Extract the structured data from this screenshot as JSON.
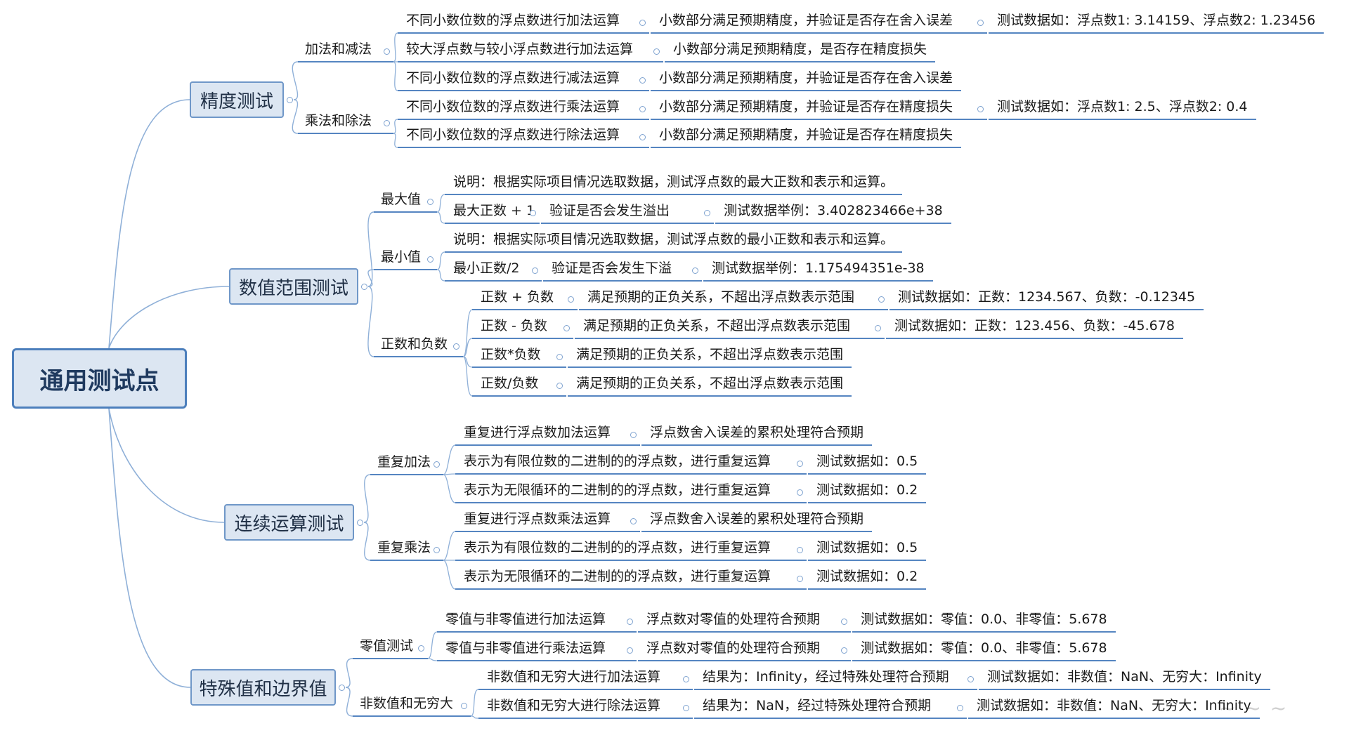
{
  "mindmap": {
    "root": "通用测试点",
    "branches": [
      {
        "title": "精度测试",
        "groups": [
          {
            "label": "加法和减法",
            "rows": [
              [
                "不同小数位数的浮点数进行加法运算",
                "小数部分满足预期精度，并验证是否存在舍入误差",
                "测试数据如：浮点数1: 3.14159、浮点数2: 1.23456"
              ],
              [
                "较大浮点数与较小浮点数进行加法运算",
                "小数部分满足预期精度，是否存在精度损失"
              ],
              [
                "不同小数位数的浮点数进行减法运算",
                "小数部分满足预期精度，并验证是否存在舍入误差"
              ]
            ]
          },
          {
            "label": "乘法和除法",
            "rows": [
              [
                "不同小数位数的浮点数进行乘法运算",
                "小数部分满足预期精度，并验证是否存在精度损失",
                "测试数据如：浮点数1: 2.5、浮点数2: 0.4"
              ],
              [
                "不同小数位数的浮点数进行除法运算",
                "小数部分满足预期精度，并验证是否存在精度损失"
              ]
            ]
          }
        ]
      },
      {
        "title": "数值范围测试",
        "groups": [
          {
            "label": "最大值",
            "rows": [
              [
                "说明：根据实际项目情况选取数据，测试浮点数的最大正数和表示和运算。"
              ],
              [
                "最大正数 + 1",
                "验证是否会发生溢出",
                "测试数据举例：3.402823466e+38"
              ]
            ]
          },
          {
            "label": "最小值",
            "rows": [
              [
                "说明：根据实际项目情况选取数据，测试浮点数的最小正数和表示和运算。"
              ],
              [
                "最小正数/2",
                "验证是否会发生下溢",
                "测试数据举例：1.175494351e-38"
              ]
            ]
          },
          {
            "label": "正数和负数",
            "rows": [
              [
                "正数 + 负数",
                "满足预期的正负关系，不超出浮点数表示范围",
                "测试数据如：正数：1234.567、负数：-0.12345"
              ],
              [
                "正数 - 负数",
                "满足预期的正负关系，不超出浮点数表示范围",
                "测试数据如：正数：123.456、负数：-45.678"
              ],
              [
                "正数*负数",
                "满足预期的正负关系，不超出浮点数表示范围"
              ],
              [
                "正数/负数",
                "满足预期的正负关系，不超出浮点数表示范围"
              ]
            ]
          }
        ]
      },
      {
        "title": "连续运算测试",
        "groups": [
          {
            "label": "重复加法",
            "rows": [
              [
                "重复进行浮点数加法运算",
                "浮点数舍入误差的累积处理符合预期"
              ],
              [
                "表示为有限位数的二进制的的浮点数，进行重复运算",
                "测试数据如：0.5"
              ],
              [
                "表示为无限循环的二进制的的浮点数，进行重复运算",
                "测试数据如：0.2"
              ]
            ]
          },
          {
            "label": "重复乘法",
            "rows": [
              [
                "重复进行浮点数乘法运算",
                "浮点数舍入误差的累积处理符合预期"
              ],
              [
                "表示为有限位数的二进制的的浮点数，进行重复运算",
                "测试数据如：0.5"
              ],
              [
                "表示为无限循环的二进制的的浮点数，进行重复运算",
                "测试数据如：0.2"
              ]
            ]
          }
        ]
      },
      {
        "title": "特殊值和边界值",
        "groups": [
          {
            "label": "零值测试",
            "rows": [
              [
                "零值与非零值进行加法运算",
                "浮点数对零值的处理符合预期",
                "测试数据如：零值：0.0、非零值：5.678"
              ],
              [
                "零值与非零值进行乘法运算",
                "浮点数对零值的处理符合预期",
                "测试数据如：零值：0.0、非零值：5.678"
              ]
            ]
          },
          {
            "label": "非数值和无穷大",
            "rows": [
              [
                "非数值和无穷大进行加法运算",
                "结果为：Infinity，经过特殊处理符合预期",
                "测试数据如：非数值：NaN、无穷大：Infinity"
              ],
              [
                "非数值和无穷大进行除法运算",
                "结果为：NaN，经过特殊处理符合预期",
                "测试数据如：非数值：NaN、无穷大：Infinity"
              ]
            ]
          }
        ]
      }
    ]
  },
  "colors": {
    "line": "#5585c1",
    "curve": "#8fb0d8",
    "node_fill": "#dce6f2",
    "node_border": "#6f97c8"
  }
}
